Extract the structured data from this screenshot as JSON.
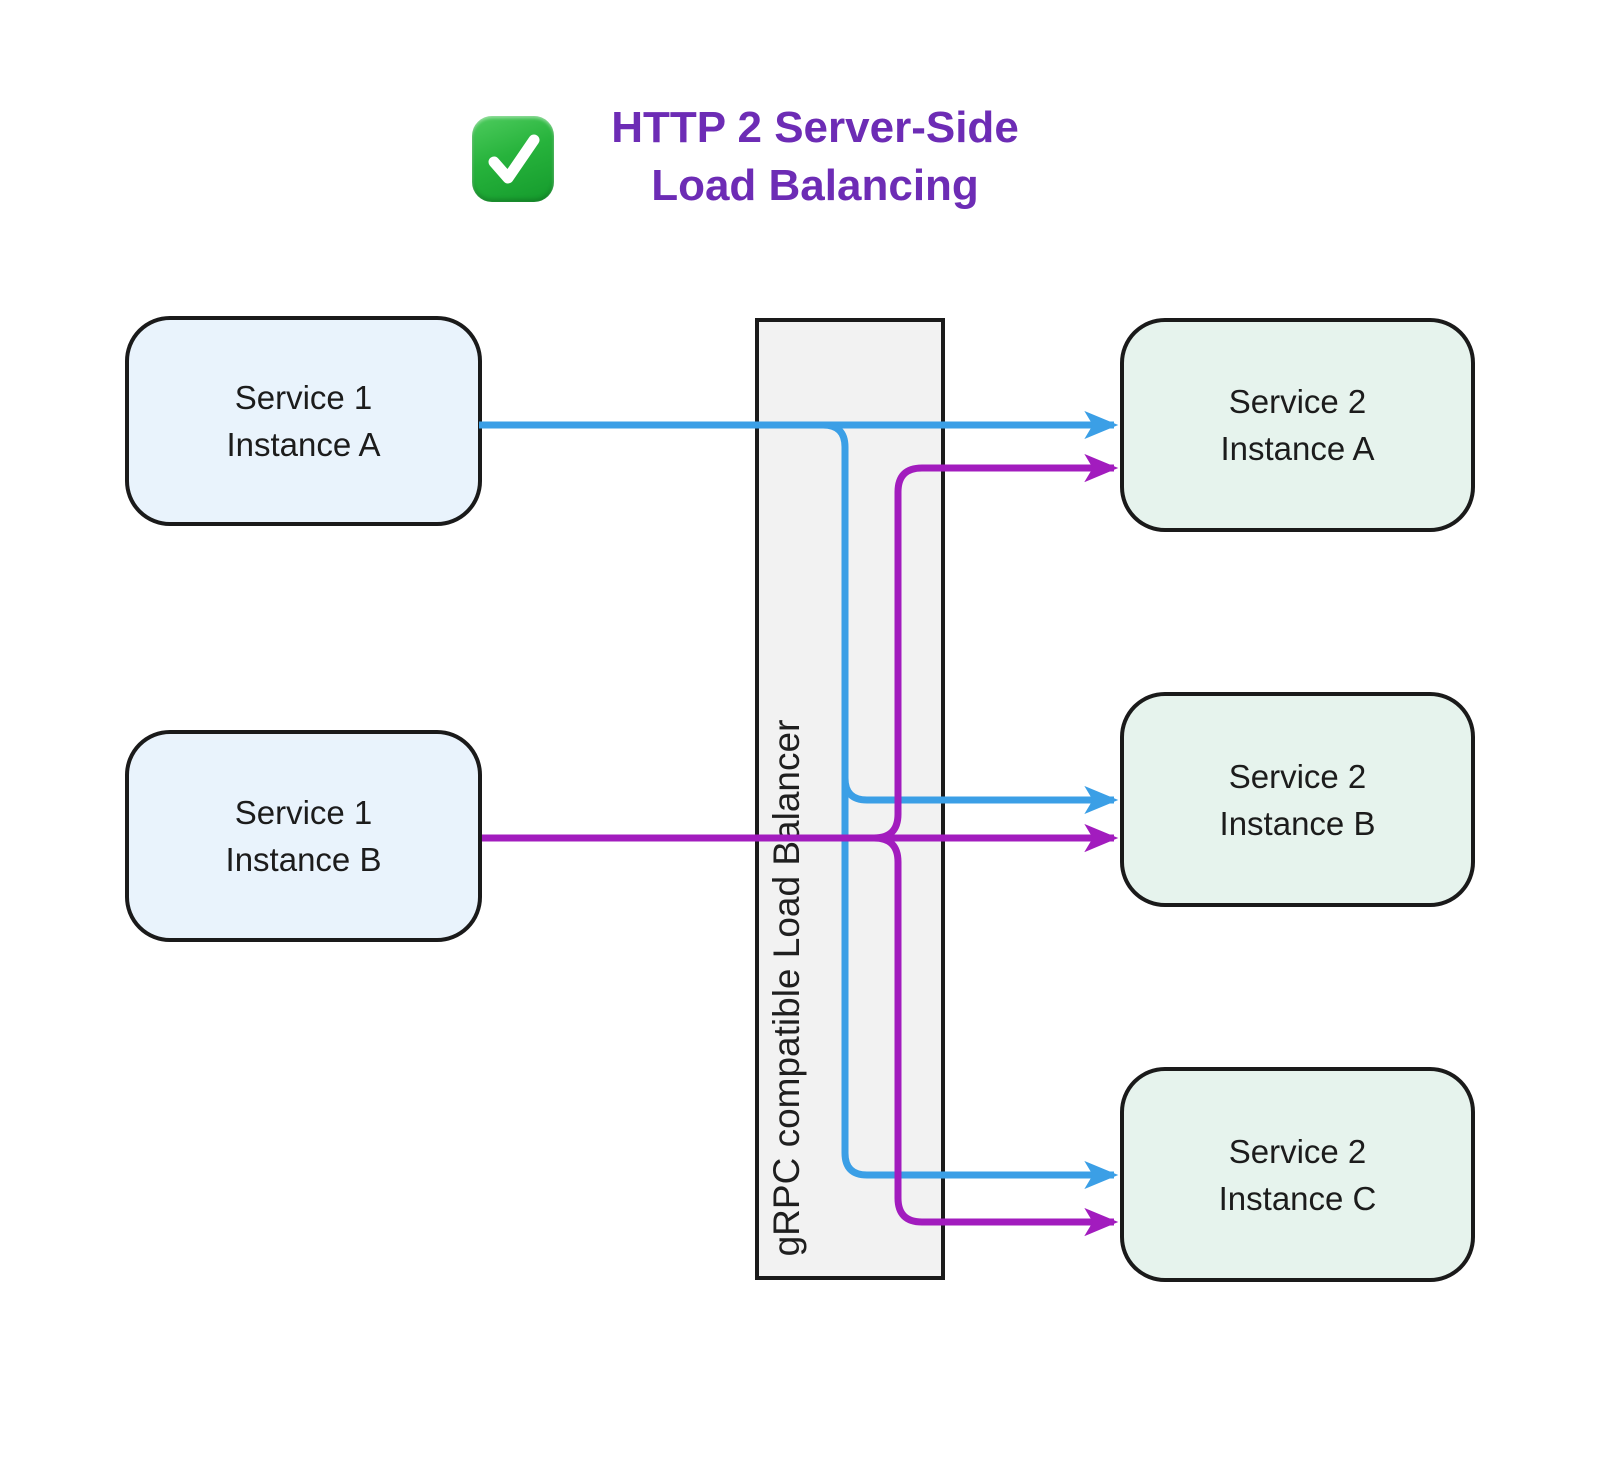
{
  "title": {
    "line1": "HTTP 2 Server-Side",
    "line2": "Load Balancing"
  },
  "icons": {
    "checkmark": "✓"
  },
  "nodes": {
    "service1_a": {
      "line1": "Service 1",
      "line2": "Instance A"
    },
    "service1_b": {
      "line1": "Service 1",
      "line2": "Instance B"
    },
    "load_balancer": {
      "label": "gRPC compatible Load Balancer"
    },
    "service2_a": {
      "line1": "Service 2",
      "line2": "Instance A"
    },
    "service2_b": {
      "line1": "Service 2",
      "line2": "Instance B"
    },
    "service2_c": {
      "line1": "Service 2",
      "line2": "Instance C"
    }
  },
  "edges": [
    {
      "from": "service1_a",
      "to": "service2_a",
      "color": "blue"
    },
    {
      "from": "service1_a",
      "to": "service2_b",
      "color": "blue"
    },
    {
      "from": "service1_a",
      "to": "service2_c",
      "color": "blue"
    },
    {
      "from": "service1_b",
      "to": "service2_a",
      "color": "purple"
    },
    {
      "from": "service1_b",
      "to": "service2_b",
      "color": "purple"
    },
    {
      "from": "service1_b",
      "to": "service2_c",
      "color": "purple"
    }
  ],
  "colors": {
    "flow_blue": "#3b9fe6",
    "flow_purple": "#a21cbe",
    "title_color": "#6d2cb5",
    "node_border": "#1a1a1a",
    "node_text": "#1c1c1c",
    "left_fill": "#e9f3fc",
    "right_fill": "#e6f3ed",
    "bar_fill": "#f2f2f2",
    "canvas_bg": "#ffffff"
  }
}
